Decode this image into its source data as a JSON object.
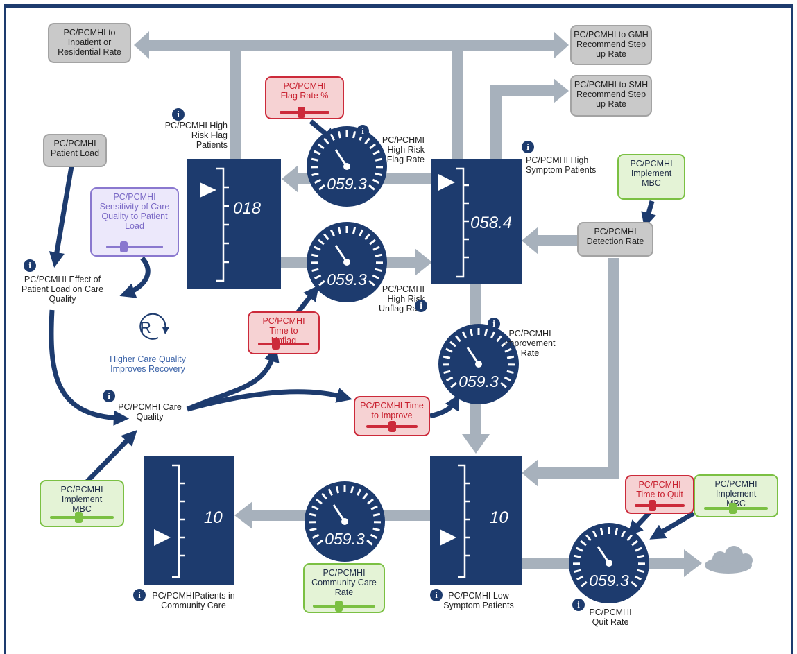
{
  "boxes": {
    "inpatient_rate": "PC/PCMHI to Inpatient or Residential Rate",
    "gmh_rate": "PC/PCMHI to GMH Recommend Step up Rate",
    "smh_rate": "PC/PCMHI to SMH Recommend Step up Rate",
    "flag_rate_pct": "PC/PCMHI Flag Rate %",
    "patient_load": "PC/PCMHI Patient Load",
    "sensitivity": "PC/PCMHI Sensitivity of Care Quality to Patient Load",
    "implement_mbc_top": "PC/PCMHI Implement MBC",
    "detection_rate": "PC/PCMHI Detection Rate",
    "time_to_unflag": "PC/PCMHI Time to Unflag",
    "time_to_improve": "PC/PCMHI Time to Improve",
    "implement_mbc_left": "PC/PCMHI Implement MBC",
    "community_care_rate": "PC/PCMHI Community Care Rate",
    "time_to_quit": "PC/PCMHI Time to Quit",
    "implement_mbc_right": "PC/PCMHI Implement MBC"
  },
  "labels": {
    "high_risk_flag_patients": "PC/PCMHI High Risk Flag Patients",
    "high_risk_flag_rate": "PC/PCHMI High Risk Flag Rate",
    "high_symptom_patients": "PC/PCMHI High Symptom Patients",
    "effect_of_load": "PC/PCMHI Effect of Patient Load on Care Quality",
    "high_risk_unflag_rate": "PC/PCMHI High Risk Unflag Rate",
    "improvement_rate": "PC/PCMHI Improvement Rate",
    "higher_care_quality": "Higher Care Quality Improves Recovery",
    "care_quality": "PC/PCMHI Care Quality",
    "patients_community_care": "PC/PCMHIPatients in Community Care",
    "low_symptom_patients": "PC/PCMHI Low Symptom Patients",
    "quit_rate": "PC/PCMHI Quit Rate",
    "loop_letter": "R",
    "info_glyph": "i"
  },
  "stocks": {
    "flag_patients": "018",
    "high_symptom": "058.4",
    "community_care": "10",
    "low_symptom": "10"
  },
  "gauges": {
    "flag_rate": "059.3",
    "unflag_rate": "059.3",
    "improvement_rate": "059.3",
    "community_rate": "059.3",
    "quit_rate": "059.3"
  },
  "colors": {
    "navy": "#1d3b6e",
    "arrow_gray": "#a7b1bc",
    "red": "#cc2a3a",
    "green": "#7bc043",
    "purple": "#8a78cf"
  }
}
